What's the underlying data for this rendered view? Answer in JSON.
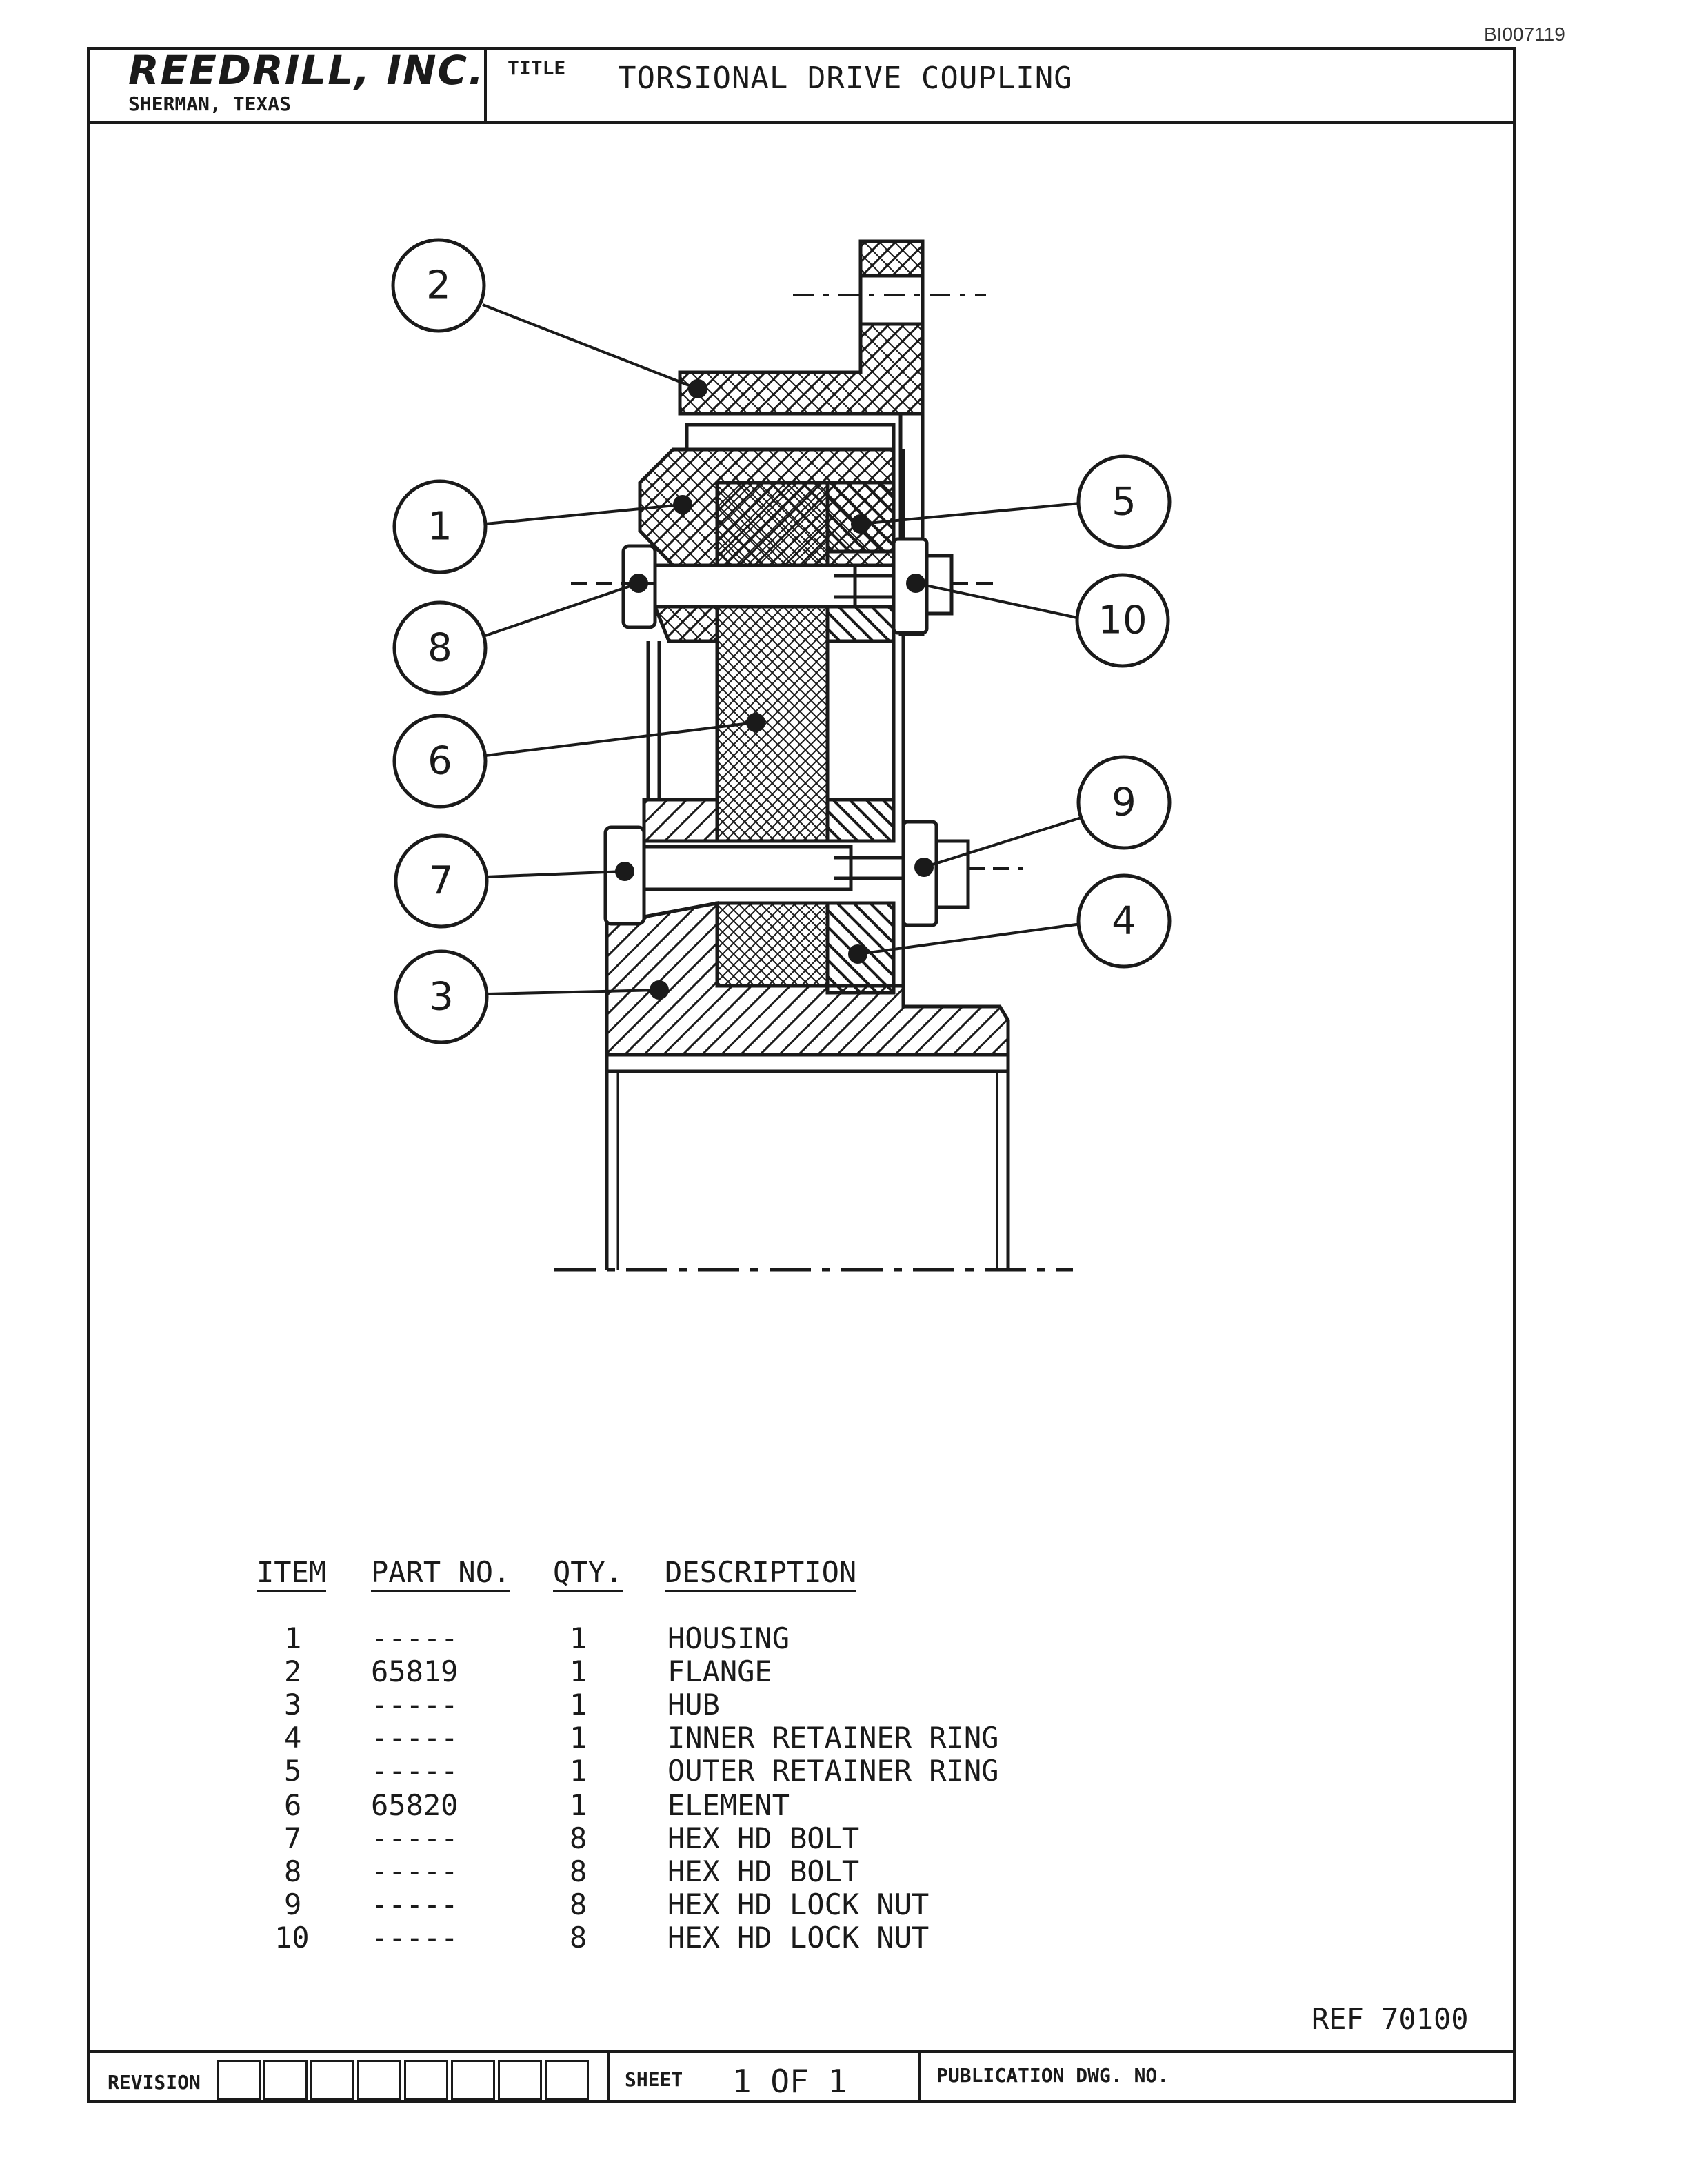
{
  "document_id": "BI007119",
  "title_block": {
    "company_name": "REEDRILL, INC.",
    "company_location": "SHERMAN, TEXAS",
    "title_label": "TITLE",
    "drawing_title": "TORSIONAL DRIVE COUPLING"
  },
  "callouts": [
    "1",
    "2",
    "3",
    "4",
    "5",
    "6",
    "7",
    "8",
    "9",
    "10"
  ],
  "parts_list": {
    "headers": {
      "item": "ITEM",
      "part_no": "PART NO.",
      "qty": "QTY.",
      "description": "DESCRIPTION"
    },
    "rows": [
      {
        "item": "1",
        "part_no": "-----",
        "qty": "1",
        "description": "HOUSING"
      },
      {
        "item": "2",
        "part_no": "65819",
        "qty": "1",
        "description": "FLANGE"
      },
      {
        "item": "3",
        "part_no": "-----",
        "qty": "1",
        "description": "HUB"
      },
      {
        "item": "4",
        "part_no": "-----",
        "qty": "1",
        "description": "INNER RETAINER RING"
      },
      {
        "item": "5",
        "part_no": "-----",
        "qty": "1",
        "description": "OUTER RETAINER RING"
      },
      {
        "item": "6",
        "part_no": "65820",
        "qty": "1",
        "description": "ELEMENT"
      },
      {
        "item": "7",
        "part_no": "-----",
        "qty": "8",
        "description": "HEX HD BOLT"
      },
      {
        "item": "8",
        "part_no": "-----",
        "qty": "8",
        "description": "HEX HD BOLT"
      },
      {
        "item": "9",
        "part_no": "-----",
        "qty": "8",
        "description": "HEX HD LOCK NUT"
      },
      {
        "item": "10",
        "part_no": "-----",
        "qty": "8",
        "description": "HEX HD LOCK NUT"
      }
    ]
  },
  "reference": "REF 70100",
  "footer": {
    "revision_label": "REVISION",
    "sheet_label": "SHEET",
    "sheet_value": "1 OF 1",
    "publication_label": "PUBLICATION DWG. NO."
  }
}
